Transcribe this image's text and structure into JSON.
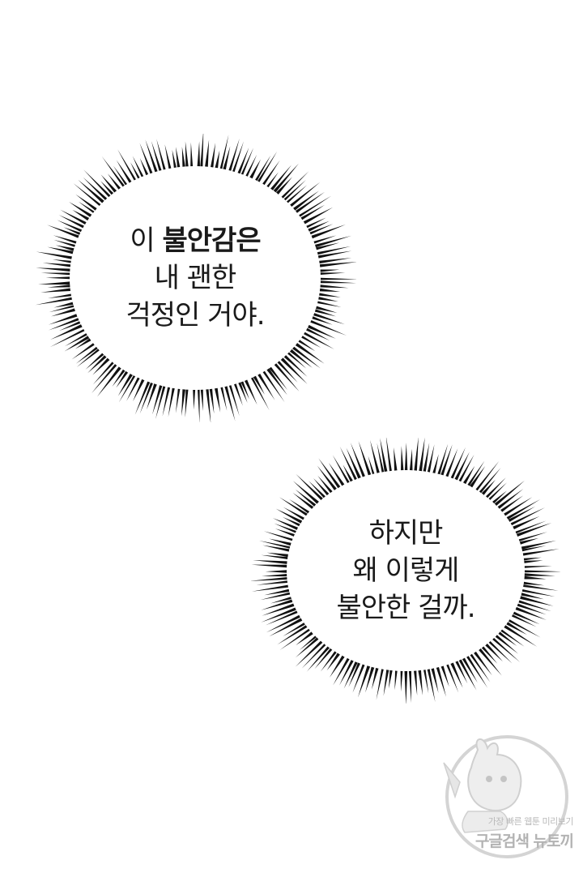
{
  "bubble_1": {
    "lines": [
      "이",
      "불안감은",
      "내 괜한",
      "걱정인 거야."
    ]
  },
  "bubble_2": {
    "lines": [
      "하지만",
      "왜 이렇게",
      "불안한 걸까."
    ]
  },
  "watermark": {
    "tagline": "가장 빠른 웹툰 미리보기",
    "brand": "구글검색 뉴토끼"
  },
  "colors": {
    "background": "#ffffff",
    "text": "#1a1a1a",
    "burst": "#111111",
    "watermark": "#b5b5b5"
  }
}
